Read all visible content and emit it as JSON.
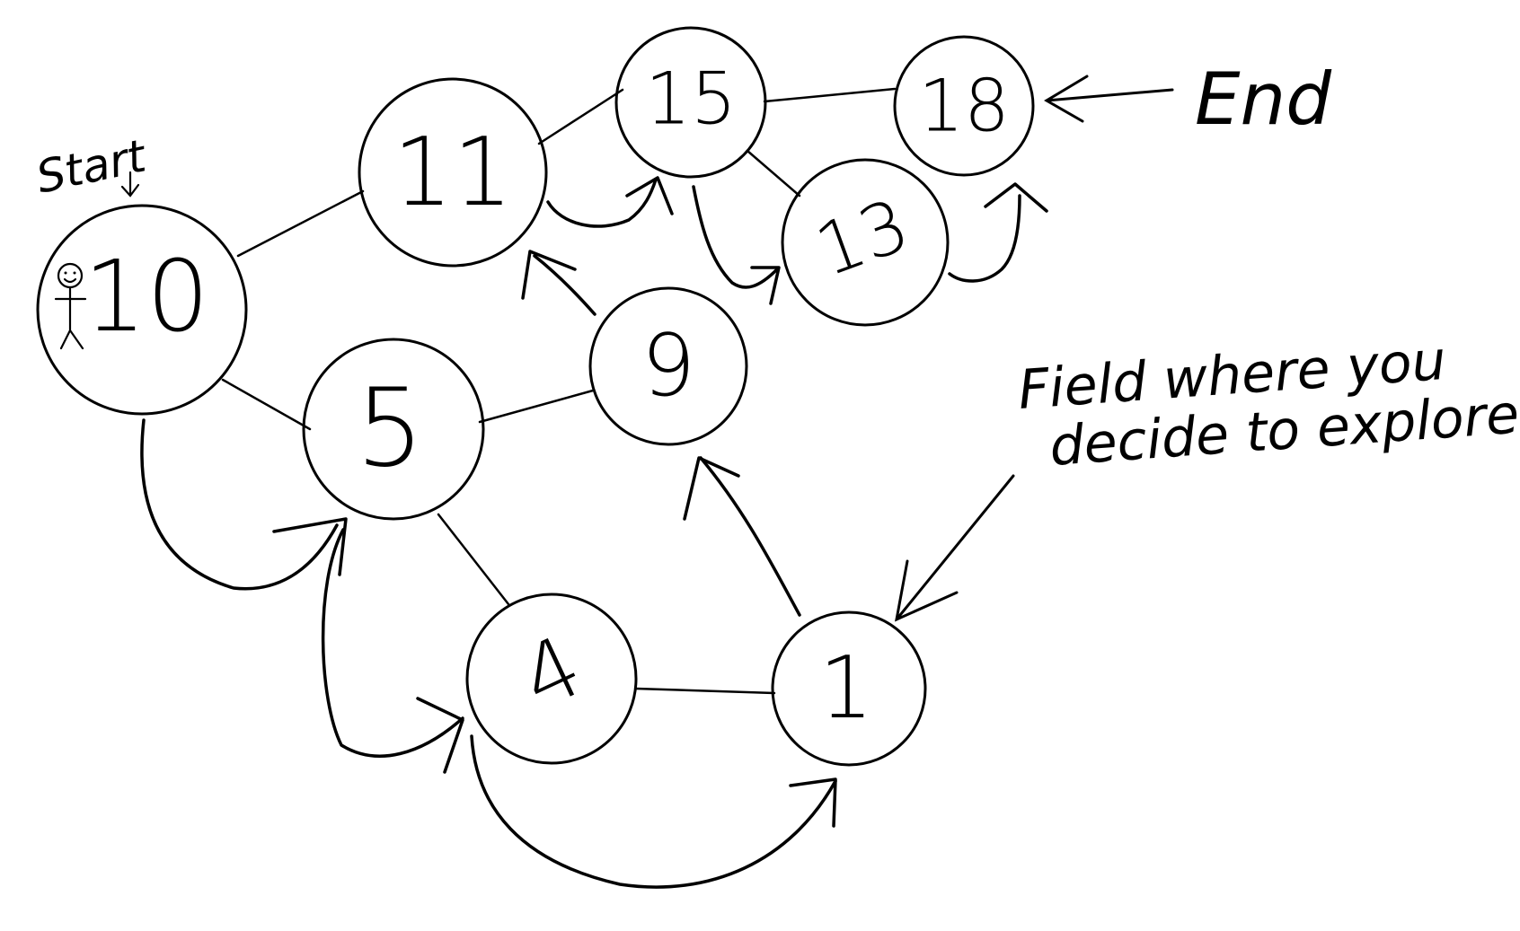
{
  "labels": {
    "start": "Start",
    "end": "End",
    "field_line1": "Field where you",
    "field_line2": "decide to explore"
  },
  "nodes": {
    "n10": "10",
    "n11": "11",
    "n15": "15",
    "n18": "18",
    "n13": "13",
    "n9": "9",
    "n5": "5",
    "n4": "4",
    "n1": "1"
  }
}
